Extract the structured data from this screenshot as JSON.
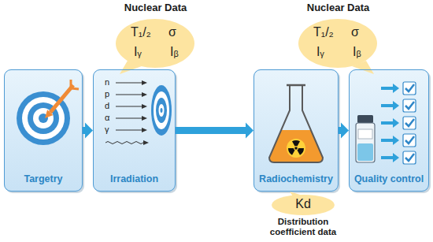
{
  "diagram": {
    "nodes": [
      {
        "text": [
          "Nuclear Data",
          "T₁/₂",
          "σ",
          "Iᵧ",
          "Iᵦ"
        ]
      },
      {
        "text": [
          "Nuclear Data",
          "T₁/₂",
          "σ",
          "Iᵧ",
          "Iᵦ"
        ]
      },
      {
        "text": [
          "Targetry"
        ]
      },
      {
        "text": [
          "n",
          "p",
          "d",
          "α",
          "γ",
          "Irradiation"
        ]
      },
      {
        "text": [
          "Radiochemistry"
        ]
      },
      {
        "text": [
          "Quality control"
        ]
      },
      {
        "text": [
          "Kd",
          "Distribution coefficient data"
        ]
      }
    ],
    "edges": [
      {
        "from": 2,
        "to": 3,
        "arrow": "to"
      },
      {
        "from": 3,
        "to": 4,
        "arrow": "to"
      },
      {
        "from": 4,
        "to": 5,
        "arrow": "to"
      }
    ]
  }
}
